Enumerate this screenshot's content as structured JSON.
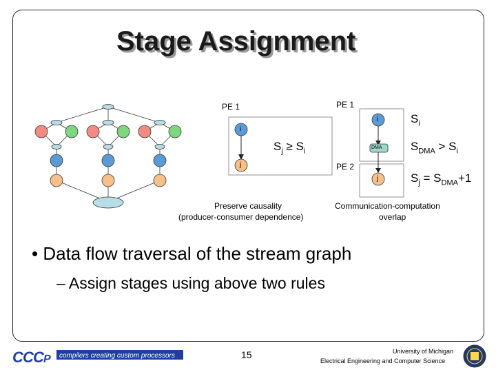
{
  "slide": {
    "title": "Stage Assignment",
    "page_number": "15"
  },
  "rule1": {
    "pe_label": "PE 1",
    "node_i": "i",
    "node_j": "j",
    "formula_main": "S",
    "formula_sub_j": "j",
    "formula_rel": " ≥ S",
    "formula_sub_i": "i",
    "caption_line1": "Preserve causality",
    "caption_line2": "(producer-consumer dependence)"
  },
  "rule2": {
    "pe1_label": "PE 1",
    "pe2_label": "PE 2",
    "node_i": "i",
    "node_dma": "DMA",
    "node_j": "j",
    "eq1_main": "S",
    "eq1_sub": "i",
    "eq2_main": "S",
    "eq2_sub": "DMA",
    "eq2_rel": " > S",
    "eq2_sub2": "i",
    "eq3_main": "S",
    "eq3_sub": "j",
    "eq3_rel": " = S",
    "eq3_sub2": "DMA",
    "eq3_tail": "+1",
    "caption_line1": "Communication-computation",
    "caption_line2": "overlap"
  },
  "bullets": {
    "level1": "• Data flow traversal of the stream graph",
    "level2": "– Assign stages using above two rules"
  },
  "footer": {
    "logo_text": "CCCP",
    "tagline": "compilers creating custom processors",
    "university_line1": "University of Michigan",
    "university_line2": "Electrical Engineering and Computer Science"
  },
  "colors": {
    "node_blue": "#5b9bd5",
    "node_red": "#f28b82",
    "node_green": "#7ed67e",
    "node_peach": "#f5c08a",
    "node_light": "#b8dde6",
    "node_dma": "#9fd8cf",
    "accent_blue": "#1f3fa0"
  }
}
